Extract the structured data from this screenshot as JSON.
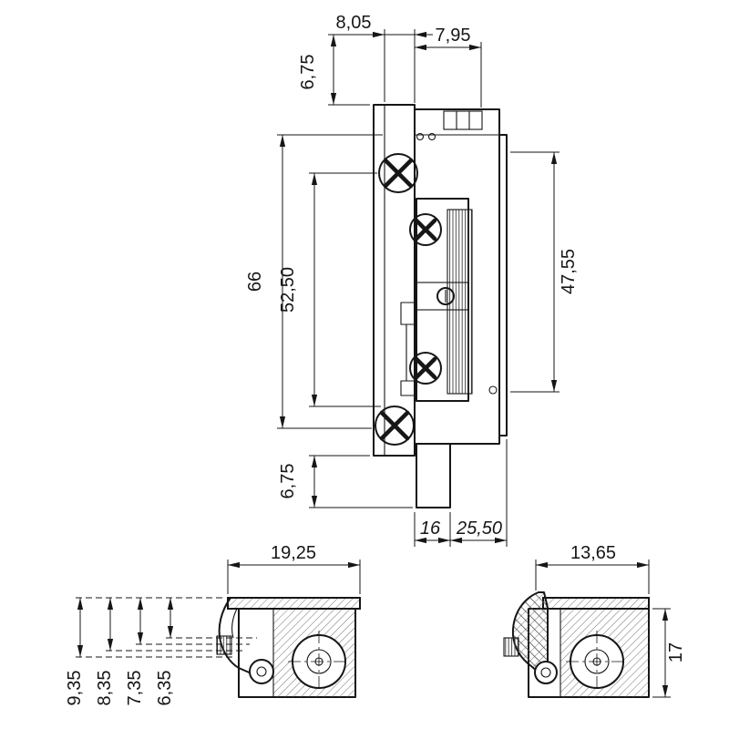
{
  "colors": {
    "line": "#161616",
    "background": "#ffffff"
  },
  "main_view": {
    "dim_8_05": "8,05",
    "dim_7_95": "7,95",
    "dim_6_75_top": "6,75",
    "dim_66": "66",
    "dim_52_50": "52,50",
    "dim_47_55": "47,55",
    "dim_6_75_bottom": "6,75",
    "dim_16": "16",
    "dim_25_50": "25,50"
  },
  "left_view": {
    "dim_19_25": "19,25",
    "dim_9_35": "9,35",
    "dim_8_35": "8,35",
    "dim_7_35": "7,35",
    "dim_6_35": "6,35"
  },
  "right_view": {
    "dim_13_65": "13,65",
    "dim_17": "17"
  }
}
